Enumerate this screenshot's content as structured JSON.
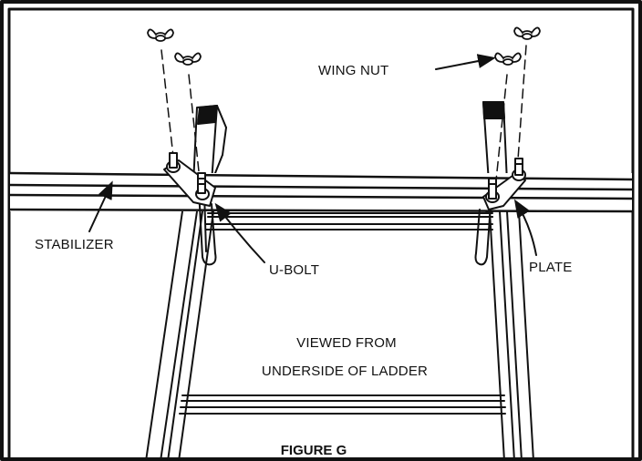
{
  "figure": {
    "title": "FIGURE G",
    "caption_line1": "VIEWED FROM",
    "caption_line2": "UNDERSIDE OF LADDER"
  },
  "labels": {
    "wing_nut": "WING NUT",
    "stabilizer": "STABILIZER",
    "u_bolt": "U-BOLT",
    "plate": "PLATE"
  },
  "colors": {
    "ink": "#111111",
    "paper": "#ffffff"
  }
}
